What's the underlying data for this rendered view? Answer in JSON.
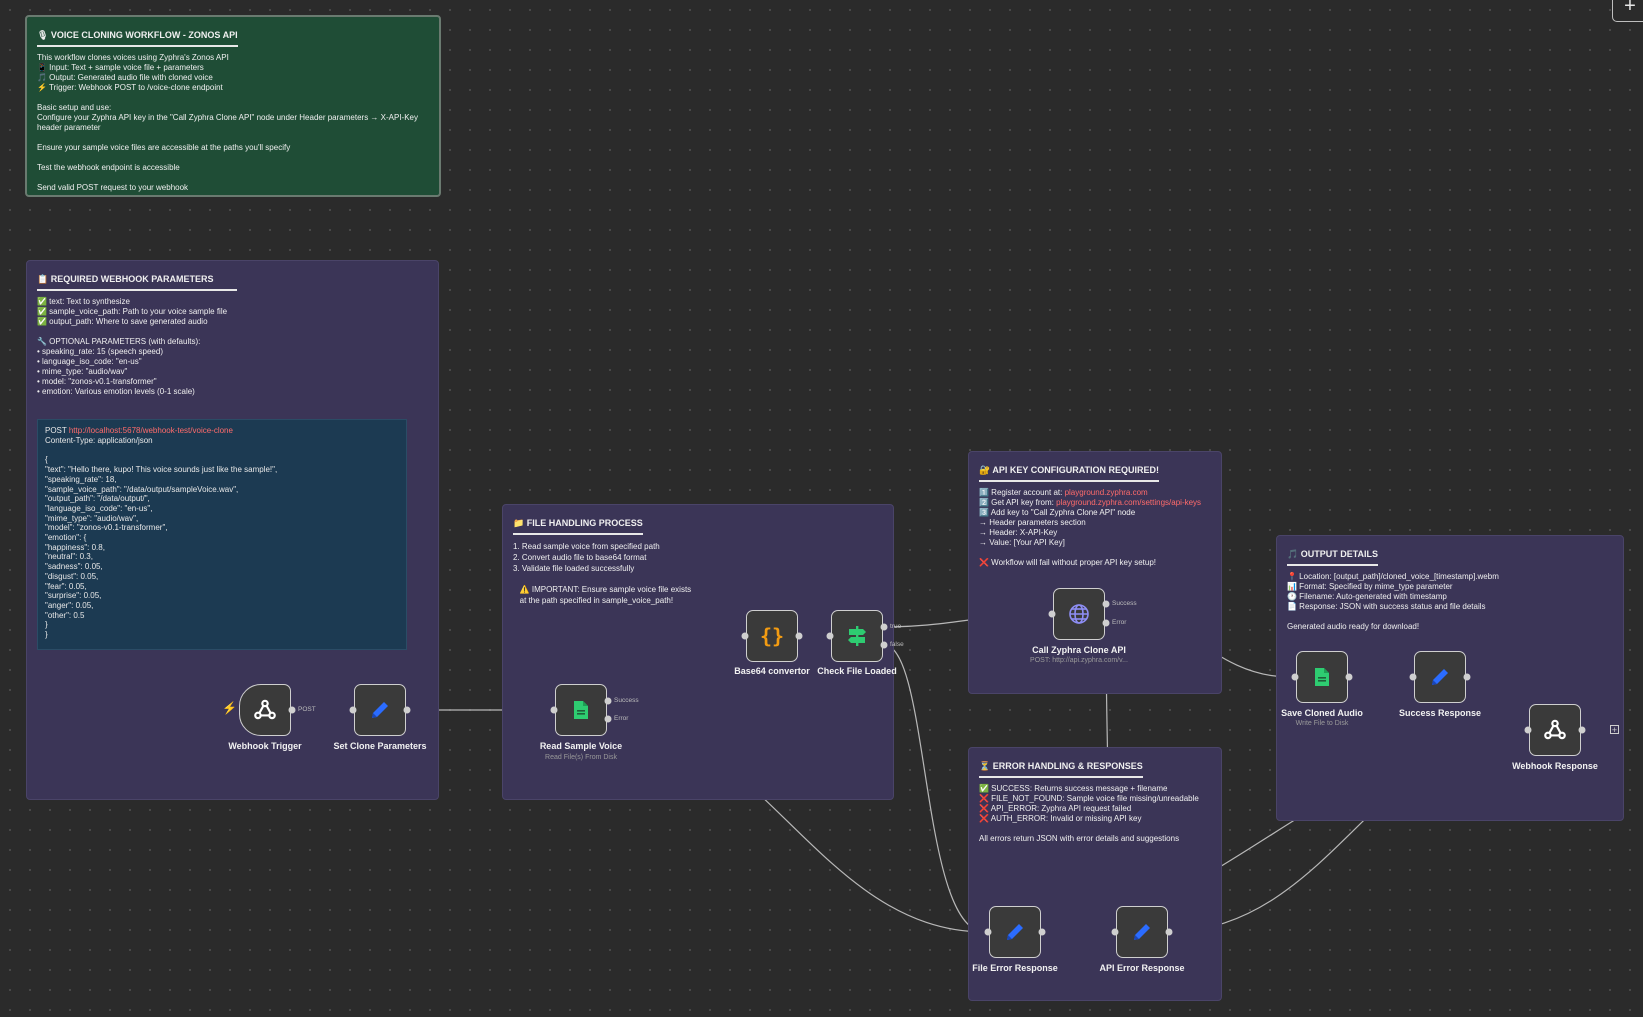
{
  "notes": {
    "intro": {
      "title": "🎙 VOICE CLONING WORKFLOW - ZONOS API",
      "lines": [
        "This workflow clones voices using Zyphra's Zonos API",
        "📱 Input: Text + sample voice file + parameters",
        "🎵 Output: Generated audio file with cloned voice",
        "⚡ Trigger: Webhook POST to /voice-clone endpoint",
        "",
        "Basic setup and use:",
        "Configure your Zyphra API key in the \"Call Zyphra Clone API\" node under Header parameters → X-API-Key",
        "header parameter",
        "",
        "Ensure your sample voice files are accessible at the paths you'll specify",
        "",
        "Test the webhook endpoint is accessible",
        "",
        "Send valid POST request to your webhook"
      ]
    },
    "params": {
      "title": "📋 REQUIRED WEBHOOK PARAMETERS",
      "lines": [
        "✅ text: Text to synthesize",
        "✅ sample_voice_path: Path to your voice sample file",
        "✅ output_path: Where to save generated audio",
        "",
        "🔧 OPTIONAL PARAMETERS (with defaults):",
        "• speaking_rate: 15 (speech speed)",
        "• language_iso_code: \"en-us\"",
        "• mime_type: \"audio/wav\"",
        "• model: \"zonos-v0.1-transformer\"",
        "• emotion: Various emotion levels (0-1 scale)"
      ],
      "code_method": "POST ",
      "code_url": "http://localhost:5678/webhook-test/voice-clone",
      "code_lines": [
        "Content-Type: application/json",
        "",
        "{",
        "\"text\": \"Hello there, kupo! This voice sounds just like the sample!\",",
        "\"speaking_rate\": 18,",
        "\"sample_voice_path\": \"/data/output/sampleVoice.wav\",",
        "\"output_path\": \"/data/output/\",",
        "\"language_iso_code\": \"en-us\",",
        "\"mime_type\": \"audio/wav\",",
        "\"model\": \"zonos-v0.1-transformer\",",
        "\"emotion\": {",
        "\"happiness\": 0.8,",
        "\"neutral\": 0.3,",
        "\"sadness\": 0.05,",
        "\"disgust\": 0.05,",
        "\"fear\": 0.05,",
        "\"surprise\": 0.05,",
        "\"anger\": 0.05,",
        "\"other\": 0.5",
        "}",
        "}"
      ]
    },
    "file": {
      "title": "📁 FILE HANDLING PROCESS",
      "lines": [
        "1. Read sample voice from specified path",
        "2. Convert audio file to base64 format",
        "3. Validate file loaded successfully",
        "",
        "   ⚠️ IMPORTANT: Ensure sample voice file exists",
        "   at the path specified in sample_voice_path!"
      ]
    },
    "apikey": {
      "title": "🔐 API KEY CONFIGURATION REQUIRED!",
      "l1a": "1️⃣ Register account at: ",
      "l1b": "playground.zyphra.com",
      "l2a": "2️⃣ Get API key from: ",
      "l2b": "playground.zyphra.com/settings/api-keys",
      "lines": [
        "3️⃣ Add key to \"Call Zyphra Clone API\" node",
        "→ Header parameters section",
        "→ Header: X-API-Key",
        "→ Value: [Your API Key]",
        "",
        "❌ Workflow will fail without proper API key setup!"
      ]
    },
    "errors": {
      "title": "⏳ ERROR HANDLING & RESPONSES",
      "lines": [
        "✅ SUCCESS: Returns success message + filename",
        "❌ FILE_NOT_FOUND: Sample voice file missing/unreadable",
        "❌ API_ERROR: Zyphra API request failed",
        "❌ AUTH_ERROR: Invalid or missing API key",
        "",
        "All errors return JSON with error details and suggestions"
      ]
    },
    "output": {
      "title": "🎵 OUTPUT DETAILS",
      "lines": [
        "📍 Location: [output_path]/cloned_voice_[timestamp].webm",
        "📊 Format: Specified by mime_type parameter",
        "🕐 Filename: Auto-generated with timestamp",
        "📄 Response: JSON with success status and file details",
        "",
        "Generated audio ready for download!"
      ]
    }
  },
  "nodes": {
    "webhook_trigger": {
      "label": "Webhook Trigger",
      "icon": "webhook-icon"
    },
    "set_params": {
      "label": "Set Clone Parameters",
      "icon": "pencil-icon"
    },
    "read_voice": {
      "label": "Read Sample Voice",
      "sub": "Read File(s) From Disk",
      "icon": "file-icon"
    },
    "base64": {
      "label": "Base64 convertor",
      "icon": "code-braces-icon"
    },
    "check_file": {
      "label": "Check File Loaded",
      "icon": "signpost-icon"
    },
    "call_api": {
      "label": "Call Zyphra Clone API",
      "sub": "POST: http://api.zyphra.com/v...",
      "icon": "globe-icon"
    },
    "save_audio": {
      "label": "Save Cloned Audio",
      "sub": "Write File to Disk",
      "icon": "file-icon"
    },
    "success_resp": {
      "label": "Success Response",
      "icon": "pencil-icon"
    },
    "webhook_resp": {
      "label": "Webhook Response",
      "icon": "webhook-icon"
    },
    "file_error": {
      "label": "File Error Response",
      "icon": "pencil-icon"
    },
    "api_error": {
      "label": "API Error Response",
      "icon": "pencil-icon"
    }
  },
  "port_labels": {
    "post": "POST",
    "success1": "Success",
    "error1": "Error",
    "true": "true",
    "false": "false",
    "success2": "Success",
    "error2": "Error"
  },
  "controls": {
    "zoom_plus": "+",
    "add_node": "+"
  },
  "colors": {
    "canvas": "#2b2b2b",
    "sticky": "#3b3557",
    "sticky_green": "#1f4d36",
    "code_bg": "#1c3a52",
    "link": "#ff6b6b",
    "node_bg": "#3a3a3a",
    "icon_green": "#2ecc71",
    "icon_orange": "#f39c12",
    "icon_blue": "#2b6cff",
    "icon_purple": "#8e8ef5"
  }
}
